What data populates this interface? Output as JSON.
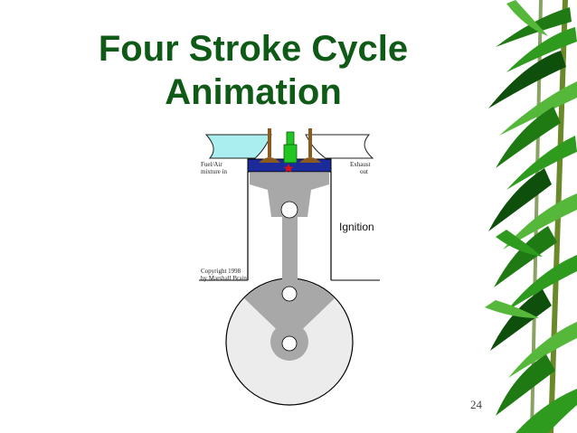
{
  "slide": {
    "title_line1": "Four Stroke Cycle",
    "title_line2": "Animation",
    "page_number": "24"
  },
  "diagram": {
    "intake_label_line1": "Fuel/Air",
    "intake_label_line2": "mixture in",
    "exhaust_label_line1": "Exhaust",
    "exhaust_label_line2": "out",
    "stroke_label": "Ignition",
    "copyright_line1": "Copyright 1998",
    "copyright_line2": "by Marshall Brain",
    "colors": {
      "intake": "#aaeef0",
      "exhaust": "#ffffff",
      "combustion": "#1b2b9c",
      "valve": "#8b5a1f",
      "spark_plug": "#22c622",
      "spark": "#e01010",
      "piston": "#a8a8a8",
      "crank_disc": "#ececec"
    },
    "icons": [
      "spark-icon"
    ]
  },
  "decoration": {
    "side_art": "bamboo-leaves",
    "leaf_colors": [
      "#1f7a14",
      "#2e9a1e",
      "#56b83a",
      "#0f4f0c"
    ]
  }
}
